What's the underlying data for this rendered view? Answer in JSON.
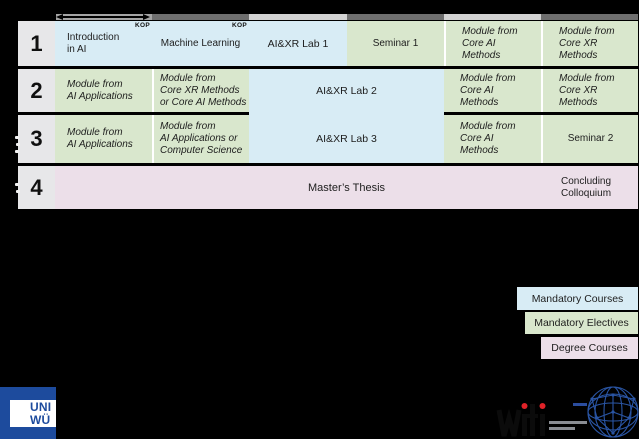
{
  "header": {
    "kop": "KOP"
  },
  "semesters": [
    "1",
    "2",
    "3",
    "4"
  ],
  "curriculum": {
    "r1c1": "Introduction\nin AI",
    "r1c2": "Machine Learning",
    "r1c3": "AI&XR Lab 1",
    "r1c4": "Seminar 1",
    "r1c5": "Module from\nCore AI\nMethods",
    "r1c6": "Module from\nCore XR\nMethods",
    "r2c1": "Module from\nAI Applications",
    "r2c2": "Module from\nCore XR Methods\nor Core AI Methods",
    "r2c34": "AI&XR Lab 2",
    "r2c5": "Module from\nCore AI\nMethods",
    "r2c6": "Module from\nCore XR\nMethods",
    "r3c1": "Module from\nAI Applications",
    "r3c2": "Module from\nAI Applications or\nComputer Science",
    "r3c34": "AI&XR Lab 3",
    "r3c5": "Module from\nCore AI\nMethods",
    "r3c6": "Seminar 2",
    "r4main": "Master’s Thesis",
    "r4c6": "Concluding\nColloquium"
  },
  "legend": [
    {
      "label": "Mandatory Courses",
      "color": "#d8ecf5"
    },
    {
      "label": "Mandatory Electives",
      "color": "#d9e7cd"
    },
    {
      "label": "Degree Courses",
      "color": "#ecdfe9"
    }
  ],
  "logos": {
    "university_abbrev": "UNI\nWÜ"
  },
  "colors": {
    "mandatory_courses": "#d8ecf5",
    "mandatory_electives": "#d9e7cd",
    "degree_courses": "#ecdfe9",
    "semester_column": "#e7e7e9",
    "background": "#000000",
    "logo_blue": "#1d4b9d"
  }
}
